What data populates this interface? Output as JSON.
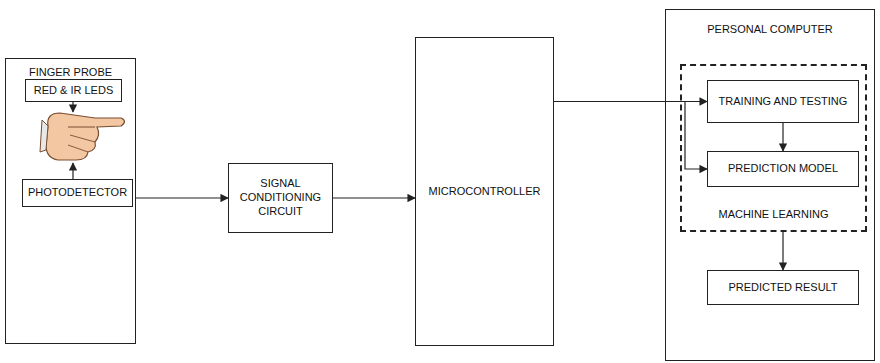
{
  "diagram": {
    "nodes": [
      {
        "text": [
          "FINGER PROBE"
        ]
      },
      {
        "text": [
          "RED & IR LEDS"
        ],
        "in": 0
      },
      {
        "text": [
          "PHOTODETECTOR"
        ],
        "in": 0
      },
      {
        "text": [
          "SIGNAL CONDITIONING CIRCUIT"
        ]
      },
      {
        "text": [
          "MICROCONTROLLER"
        ]
      },
      {
        "text": [
          "PERSONAL COMPUTER"
        ]
      },
      {
        "text": [
          "MACHINE LEARNING"
        ],
        "in": 5
      },
      {
        "text": [
          "TRAINING AND TESTING"
        ],
        "in": 6
      },
      {
        "text": [
          "PREDICTION MODEL"
        ],
        "in": 6
      },
      {
        "text": [
          "PREDICTED RESULT"
        ],
        "in": 5
      }
    ],
    "edges": [
      {
        "from": 0,
        "to": 3,
        "arrow": "to"
      },
      {
        "from": 3,
        "to": 4,
        "arrow": "to"
      },
      {
        "from": 4,
        "to": 7,
        "arrow": "to"
      },
      {
        "from": 4,
        "to": 8,
        "arrow": "to"
      },
      {
        "from": 7,
        "to": 8,
        "arrow": "to"
      },
      {
        "from": 6,
        "to": 9,
        "arrow": "to"
      }
    ]
  }
}
